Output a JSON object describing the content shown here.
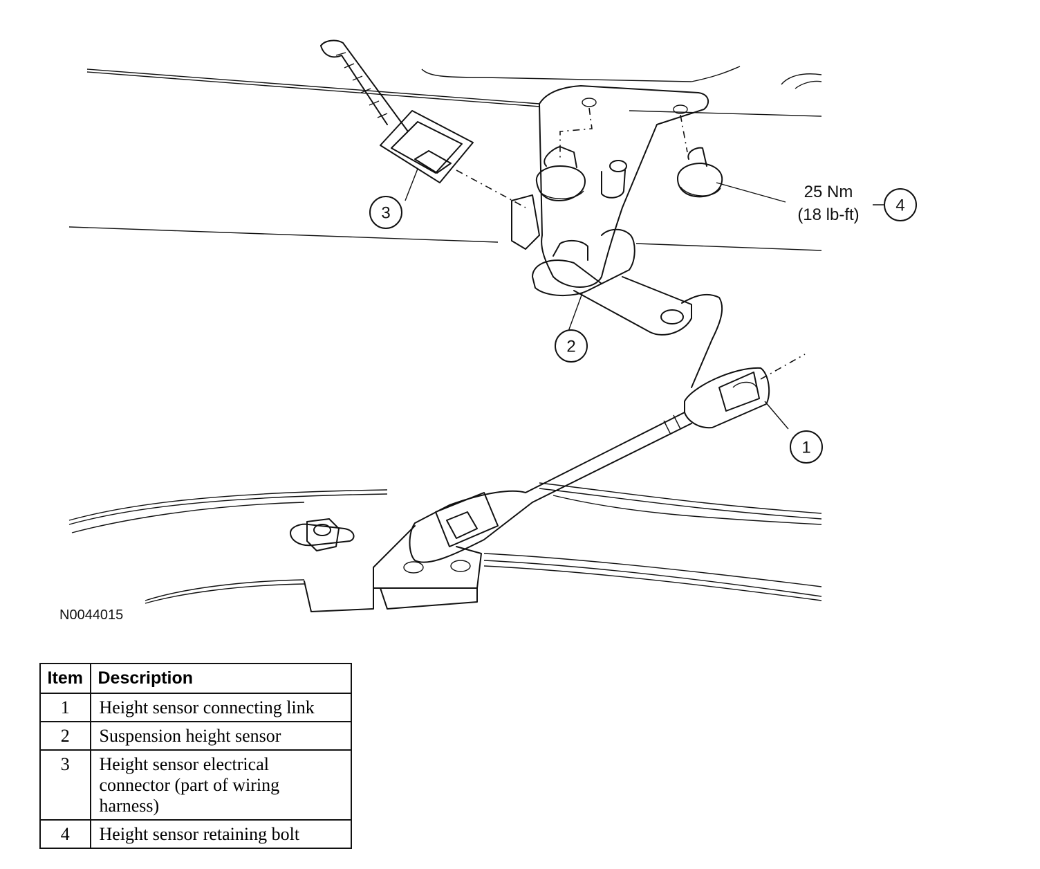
{
  "figure": {
    "id": "N0044015",
    "torque": {
      "metric": "25 Nm",
      "imperial": "(18 lb-ft)"
    },
    "callouts": [
      "1",
      "2",
      "3",
      "4"
    ]
  },
  "legend": {
    "headers": {
      "item": "Item",
      "description": "Description"
    },
    "rows": [
      {
        "item": "1",
        "description": "Height sensor connecting link"
      },
      {
        "item": "2",
        "description": "Suspension height sensor"
      },
      {
        "item": "3",
        "description": "Height sensor electrical connector (part of wiring harness)"
      },
      {
        "item": "4",
        "description": "Height sensor retaining bolt"
      }
    ]
  }
}
